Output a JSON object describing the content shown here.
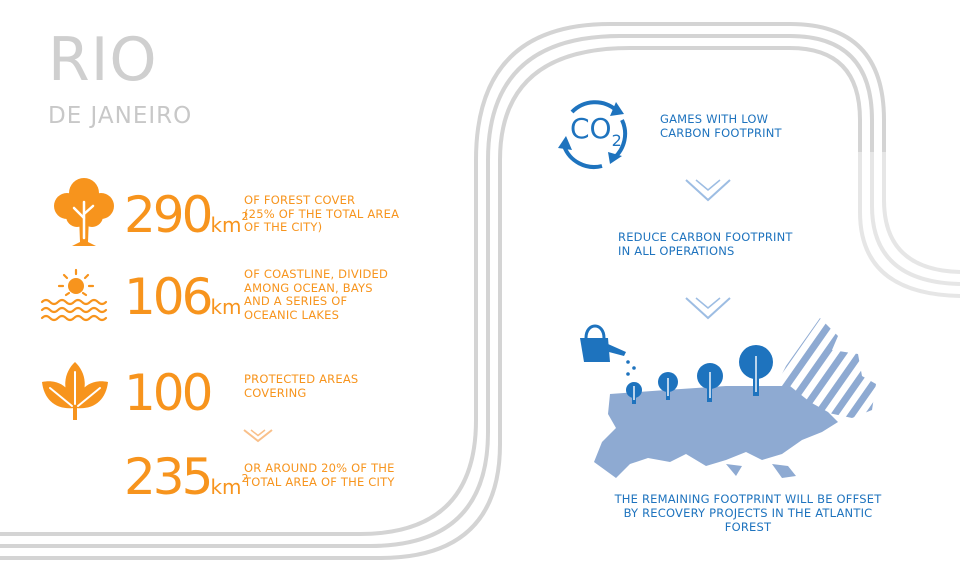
{
  "header": {
    "title": "RIO",
    "subtitle": "DE JANEIRO"
  },
  "stats": [
    {
      "number": "290",
      "unit": "km",
      "sup": "2",
      "text": "OF FOREST COVER\n(25% OF THE TOTAL AREA\nOF THE CITY)",
      "icon": "tree-icon"
    },
    {
      "number": "106",
      "unit": "km",
      "sup": "",
      "text": "OF COASTLINE, DIVIDED\nAMONG OCEAN, BAYS\nAND A SERIES OF\nOCEANIC LAKES",
      "icon": "sun-waves-icon"
    },
    {
      "number": "100",
      "unit": "",
      "sup": "",
      "text": "PROTECTED AREAS\nCOVERING",
      "icon": "leaves-icon"
    },
    {
      "number": "235",
      "unit": "km",
      "sup": "2",
      "text": "OR AROUND 20% OF THE\nTOTAL AREA OF THE CITY",
      "icon": ""
    }
  ],
  "flow": {
    "co2_symbol": "CO",
    "co2_sub": "2",
    "step1": "GAMES WITH LOW\nCARBON FOOTPRINT",
    "step2": "REDUCE CARBON FOOTPRINT\nIN ALL OPERATIONS",
    "step3": "THE REMAINING FOOTPRINT WILL BE OFFSET\nBY RECOVERY PROJECTS IN THE ATLANTIC FOREST"
  },
  "colors": {
    "orange": "#f7941d",
    "blue": "#1e73be",
    "map": "#8eaad2",
    "track": "#d9d9d9"
  }
}
